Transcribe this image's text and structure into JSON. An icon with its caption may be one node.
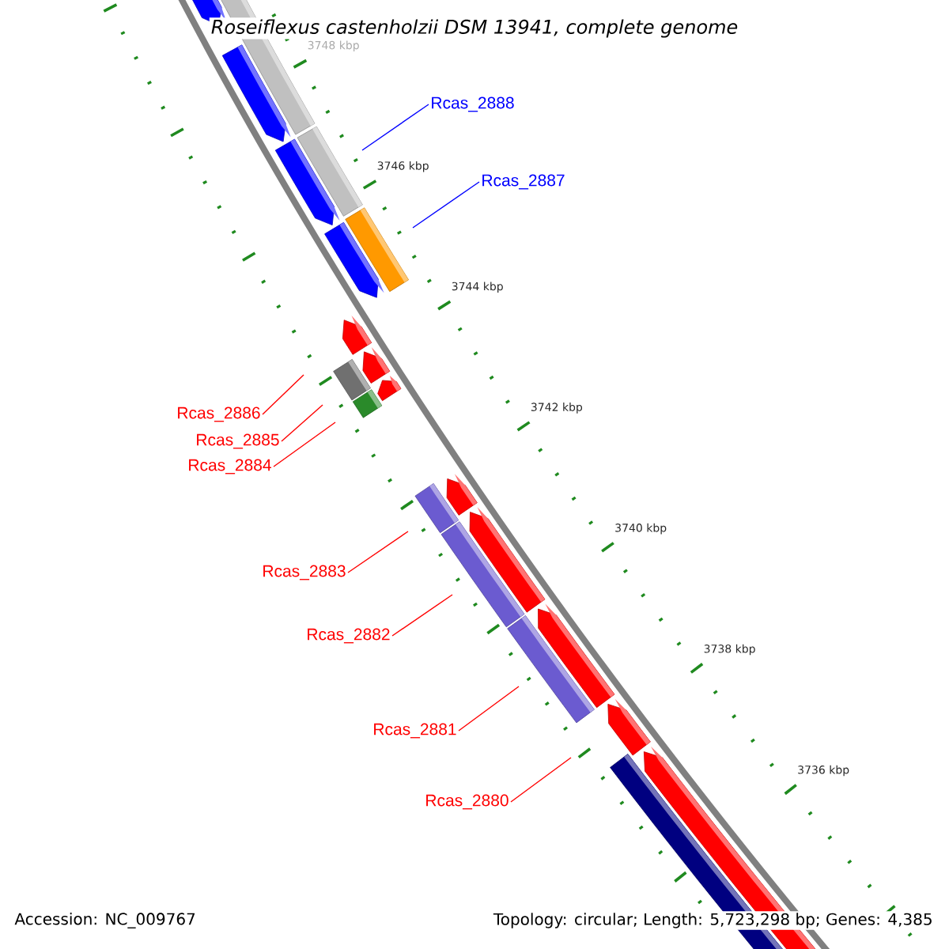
{
  "diagram": {
    "title": "Roseiflexus castenholzii DSM 13941, complete genome",
    "nodes": [
      {
        "text": [
          "Rcas_2888"
        ]
      },
      {
        "text": [
          "Rcas_2887"
        ]
      },
      {
        "text": [
          "Rcas_2886"
        ]
      },
      {
        "text": [
          "Rcas_2885"
        ]
      },
      {
        "text": [
          "Rcas_2884"
        ]
      },
      {
        "text": [
          "Rcas_2883"
        ]
      },
      {
        "text": [
          "Rcas_2882"
        ]
      },
      {
        "text": [
          "Rcas_2881"
        ]
      },
      {
        "text": [
          "Rcas_2880"
        ]
      }
    ],
    "edges": [
      {
        "from": 0,
        "to": null,
        "arrow": "none",
        "color": "#0000ff"
      },
      {
        "from": 1,
        "to": null,
        "arrow": "none",
        "color": "#0000ff"
      },
      {
        "from": 2,
        "to": null,
        "arrow": "none"
      },
      {
        "from": 3,
        "to": null,
        "arrow": "none"
      },
      {
        "from": 4,
        "to": null,
        "arrow": "none"
      },
      {
        "from": 5,
        "to": null,
        "arrow": "none"
      },
      {
        "from": 6,
        "to": null,
        "arrow": "none"
      },
      {
        "from": 7,
        "to": null,
        "arrow": "none"
      },
      {
        "from": 8,
        "to": null,
        "arrow": "none"
      }
    ],
    "labels": [
      "3748 kbp",
      "3746 kbp",
      "3744 kbp",
      "3742 kbp",
      "3740 kbp",
      "3738 kbp",
      "3736 kbp",
      "Accession: NC_009767",
      "Topology: circular; Length: 5,723,298 bp; Genes: 4,385"
    ]
  }
}
